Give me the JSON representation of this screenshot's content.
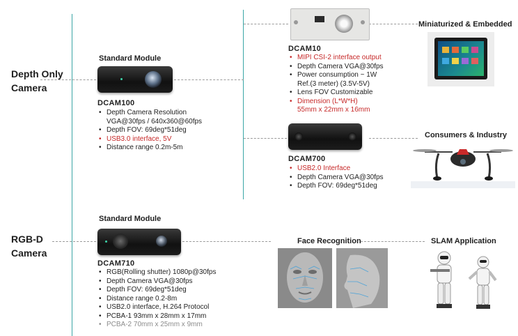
{
  "colors": {
    "accent_line": "#3aa6a6",
    "red_text": "#c62828",
    "grey_text": "#8c8c8c"
  },
  "categories": {
    "depth_only": "Depth Only\nCamera",
    "rgbd": "RGB-D\nCamera"
  },
  "modules": {
    "std1_label": "Standard Module",
    "std2_label": "Standard Module"
  },
  "dcam100": {
    "model": "DCAM100",
    "specs": [
      "Depth Camera Resolution",
      "VGA@30fps / 640x360@60fps",
      "Depth FOV: 69deg*51deg",
      "USB3.0 interface, 5V",
      "Distance range 0.2m-5m"
    ]
  },
  "dcam10": {
    "model": "DCAM10",
    "specs": [
      "MIPI CSI-2 interface output",
      "Depth Camera VGA@30fps",
      "Power consumption ~ 1W",
      "Ref.(3 meter) (3.5V-5V)",
      "Lens FOV Customizable",
      "Dimension (L*W*H)",
      "55mm x 22mm x 16mm"
    ]
  },
  "dcam700": {
    "model": "DCAM700",
    "specs": [
      "USB2.0 Interface",
      "Depth Camera VGA@30fps",
      "Depth FOV: 69deg*51deg"
    ]
  },
  "dcam710": {
    "model": "DCAM710",
    "specs": [
      "RGB(Rolling shutter) 1080p@30fps",
      "Depth Camera VGA@30fps",
      "Depth FOV: 69deg*51deg",
      "Distance range 0.2-8m",
      "USB2.0 interface, H.264 Protocol",
      "PCBA-1 93mm x 28mm x 17mm",
      "PCBA-2 70mm x 25mm x 9mm"
    ]
  },
  "applications": {
    "embedded": "Miniaturized & Embedded",
    "consumer": "Consumers & Industry",
    "face": "Face Recognition",
    "slam": "SLAM Application"
  }
}
